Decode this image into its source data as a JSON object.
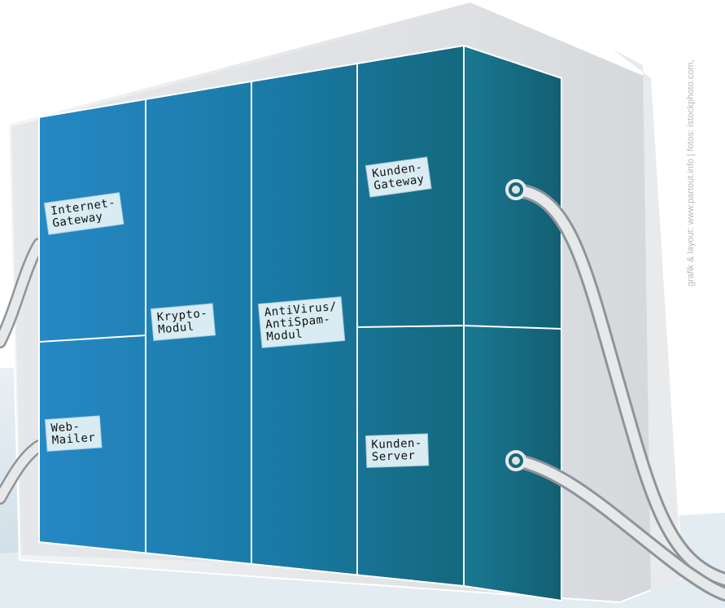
{
  "labels": {
    "internet_gateway": "Internet-\nGateway",
    "web_mailer": "Web-\nMailer",
    "krypto_modul": "Krypto-\nModul",
    "antivirus_modul": "AntiVirus/\nAntiSpam-\nModul",
    "kunden_gateway": "Kunden-\nGateway",
    "kunden_server": "Kunden-\nServer"
  },
  "credit": "grafik & layout: www.partout.info | fotos: istockphoto.com,",
  "colors": {
    "panel_left": "#2386c2",
    "panel_right": "#16667a",
    "side_face": "#16697c",
    "label_bg": "#d9ecf3",
    "glass": "#e6e8ea",
    "floor": "#dce7ee"
  }
}
